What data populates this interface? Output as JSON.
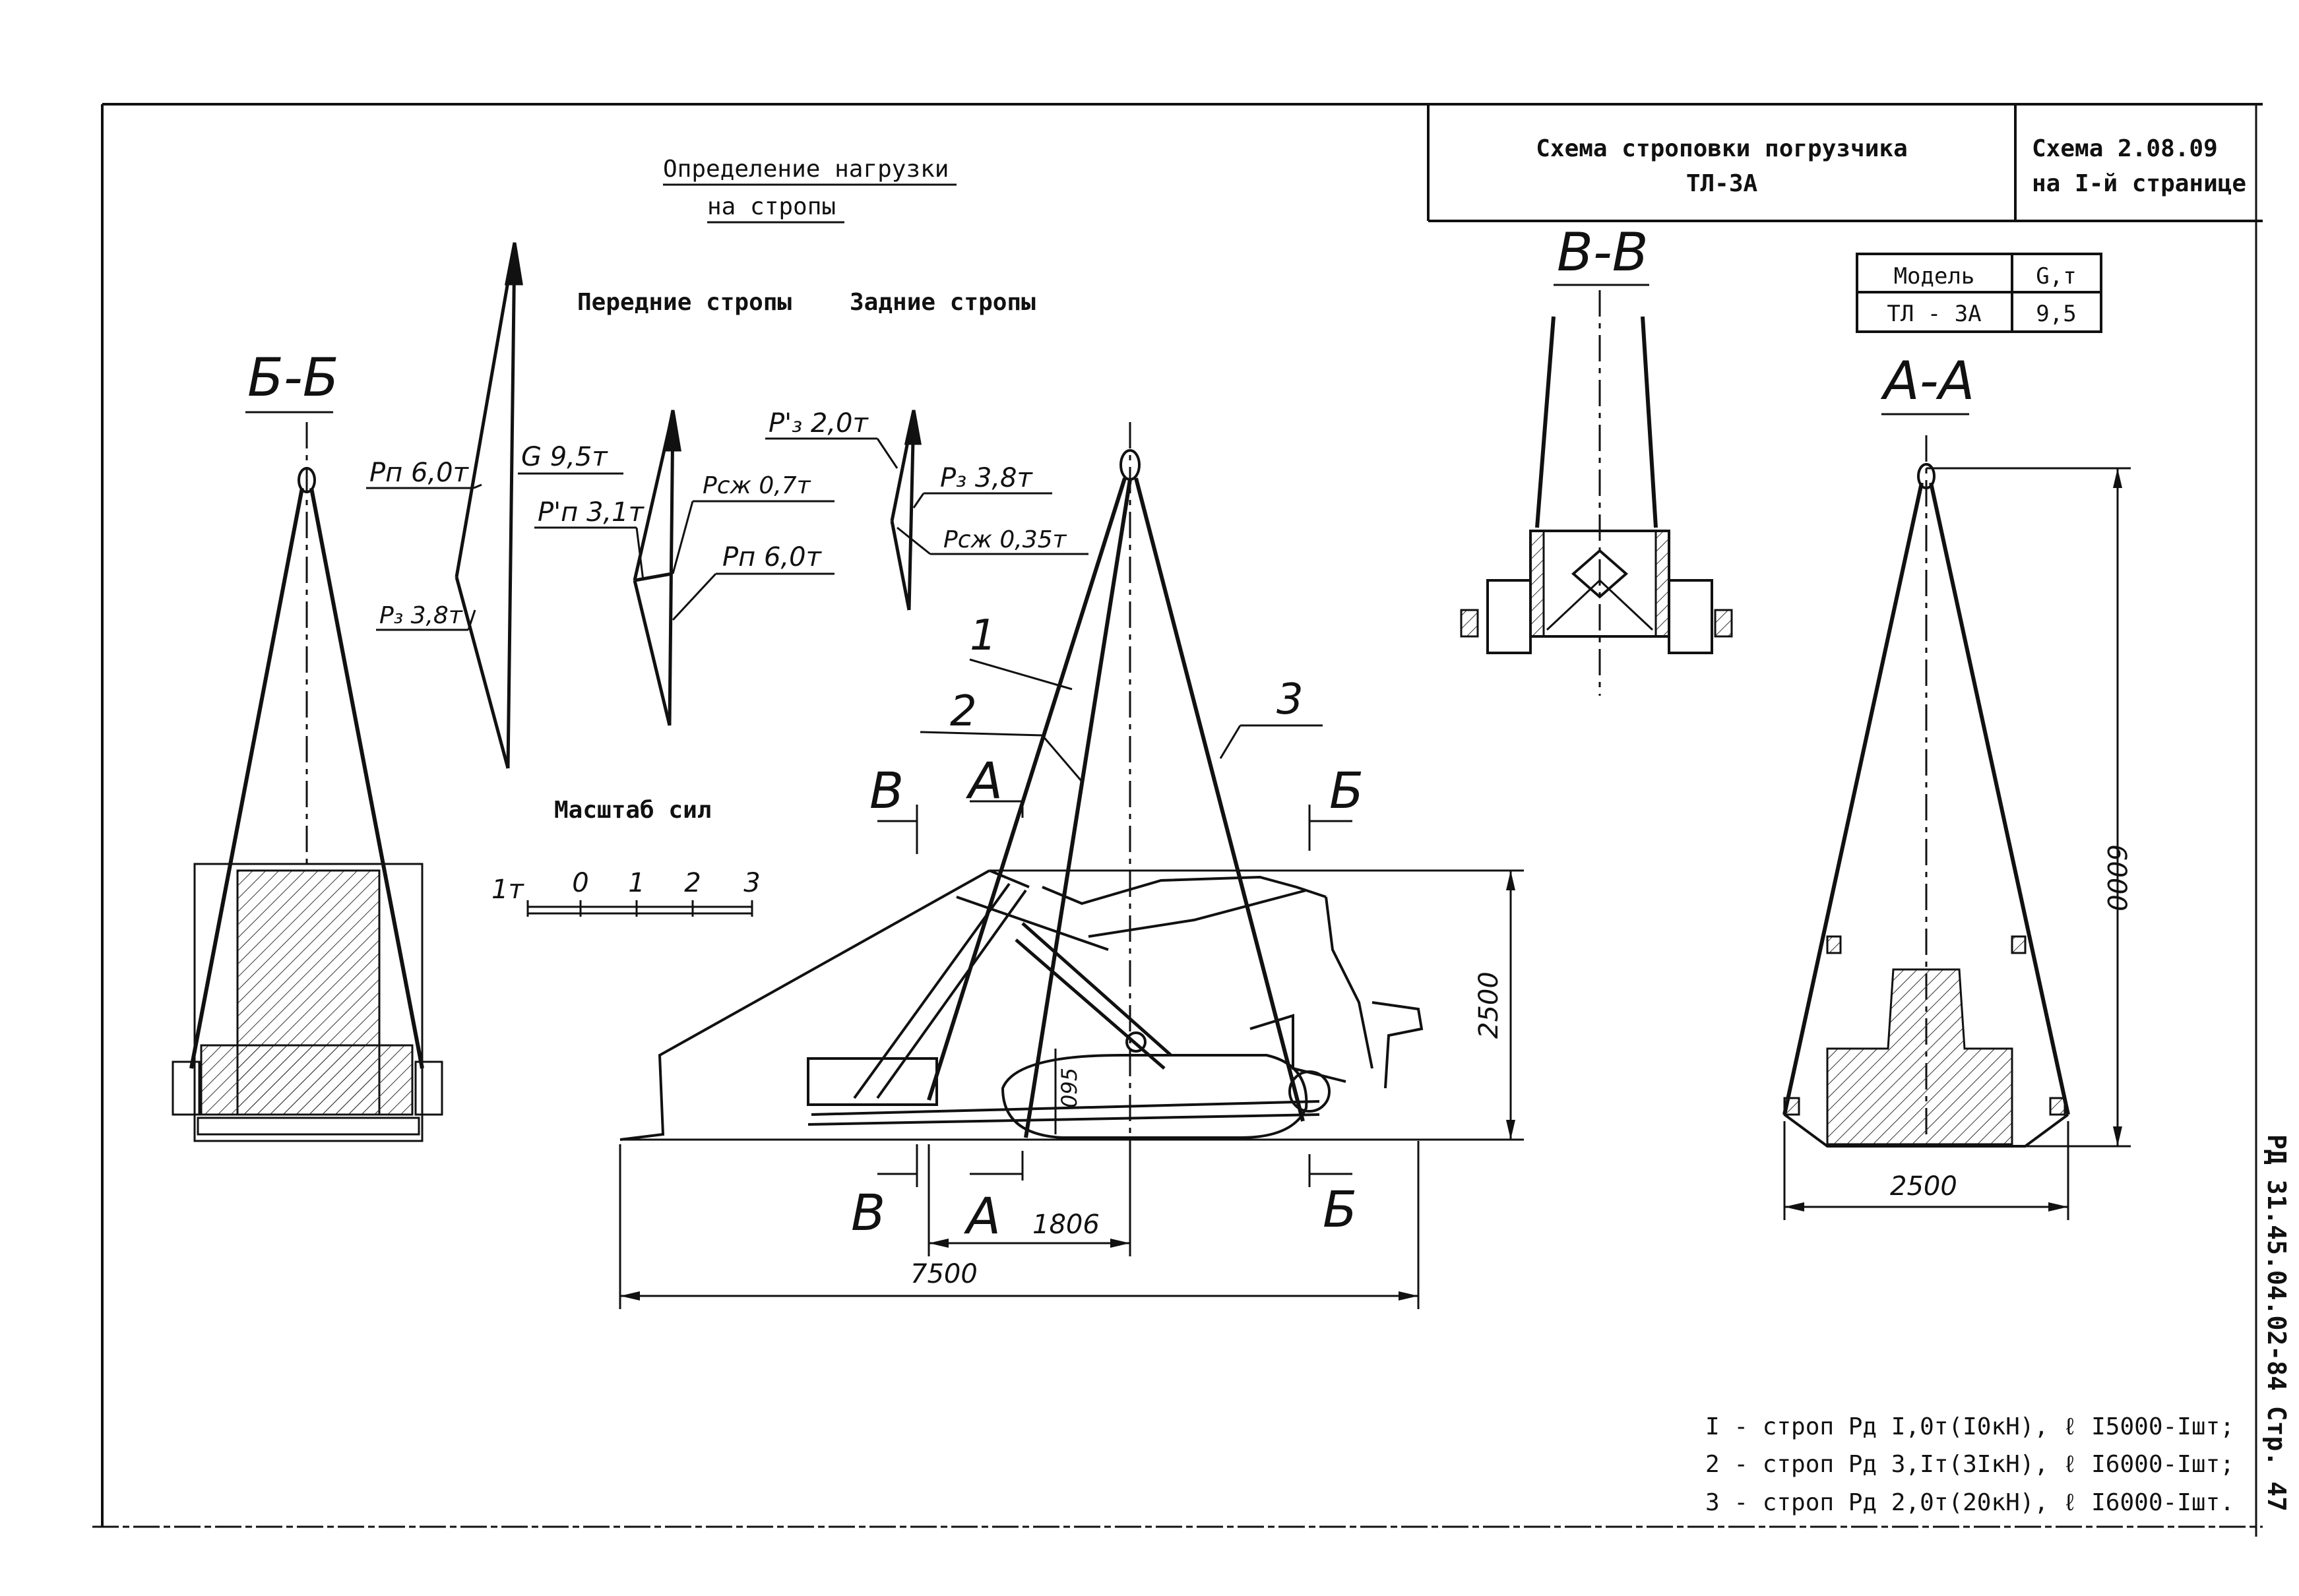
{
  "title_block": {
    "title_line1": "Схема строповки погрузчика",
    "title_line2": "ТЛ-3А",
    "ref_line1": "Схема  2.08.09",
    "ref_line2": "на I-й странице"
  },
  "model_table": {
    "headers": [
      "Модель",
      "G,т"
    ],
    "row": [
      "ТЛ - 3А",
      "9,5"
    ]
  },
  "force_heading": {
    "line1": "Определение нагрузки",
    "line2": "на стропы"
  },
  "force_columns": {
    "front": "Передние стропы",
    "rear": "Задние стропы"
  },
  "force_labels": {
    "pn_left": "Pп 6,0т",
    "g": "G 9,5т",
    "pz_left": "P₃ 3,8т",
    "pn_prime": "P'п 3,1т",
    "pszh_front": "Pсж 0,7т",
    "pn_front": "Pп 6,0т",
    "pz_prime": "P'₃ 2,0т",
    "pz_rear": "P₃ 3,8т",
    "pszh_rear": "Pсж 0,35т"
  },
  "scale": {
    "title": "Масштаб сил",
    "unit": "1т",
    "ticks": [
      "0",
      "1",
      "2",
      "3"
    ]
  },
  "sections": {
    "bb": "Б-Б",
    "vv": "В-В",
    "aa": "А-А",
    "cut_v": "В",
    "cut_a": "А",
    "cut_b": "Б"
  },
  "sling_numbers": [
    "1",
    "2",
    "3"
  ],
  "dimensions": {
    "length": "7500",
    "offset": "1806",
    "height": "2500",
    "small": "095",
    "aa_height": "6000",
    "aa_width": "2500"
  },
  "legend": [
    "I - строп Рд I,0т(I0кН), ℓ I5000-Iшт;",
    "2 - строп Рд 3,Iт(3IкН), ℓ I6000-Iшт;",
    "3 - строп Рд 2,0т(20кН), ℓ I6000-Iшт."
  ],
  "side_code": "РД 31.45.04.02-84  Стр. 47"
}
